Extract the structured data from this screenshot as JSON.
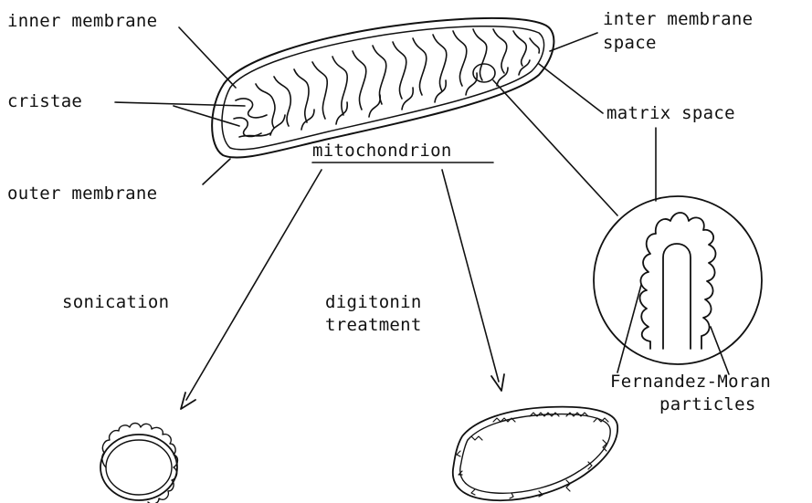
{
  "labels": {
    "inner_membrane": "inner membrane",
    "cristae": "cristae",
    "outer_membrane": "outer membrane",
    "mitochondrion": "mitochondrion",
    "inter_membrane_space_line1": "inter membrane",
    "inter_membrane_space_line2": "space",
    "matrix_space": "matrix space",
    "sonication": "sonication",
    "digitonin_line1": "digitonin",
    "digitonin_line2": "treatment",
    "fernandez_line1": "Fernandez-Moran",
    "fernandez_line2": "particles"
  },
  "colors": {
    "ink": "#111111",
    "background": "#ffffff"
  }
}
